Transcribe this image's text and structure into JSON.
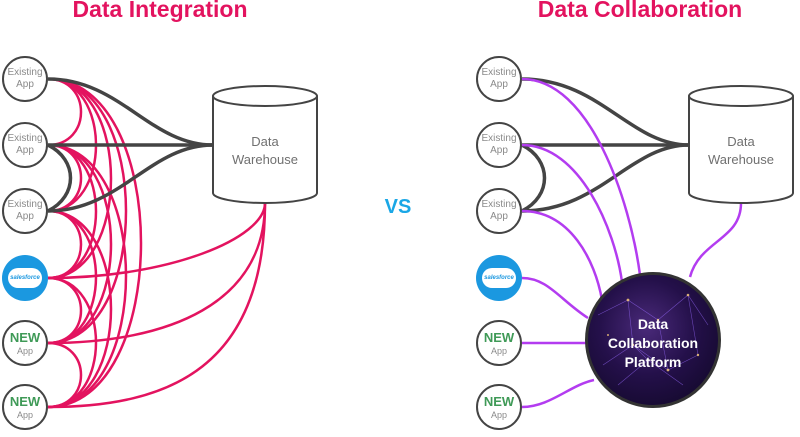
{
  "titles": {
    "left": "Data Integration",
    "right": "Data Collaboration",
    "vs": "VS"
  },
  "nodes": [
    {
      "line1": "Existing",
      "line2": "App"
    },
    {
      "line1": "Existing",
      "line2": "App"
    },
    {
      "line1": "Existing",
      "line2": "App"
    },
    {
      "logo": "salesforce"
    },
    {
      "line1": "NEW",
      "line2": "App"
    },
    {
      "line1": "NEW",
      "line2": "App"
    }
  ],
  "warehouse": {
    "line1": "Data",
    "line2": "Warehouse"
  },
  "platform": {
    "line1": "Data",
    "line2": "Collaboration",
    "line3": "Platform"
  },
  "colors": {
    "integration_links": "#e3135f",
    "collaboration_links": "#b33cf0",
    "warehouse_links": "#444444",
    "new_text": "#3f9a57",
    "salesforce": "#1b98e0"
  },
  "icons": {
    "database": "cylinder-icon",
    "crm": "salesforce-cloud-icon"
  }
}
